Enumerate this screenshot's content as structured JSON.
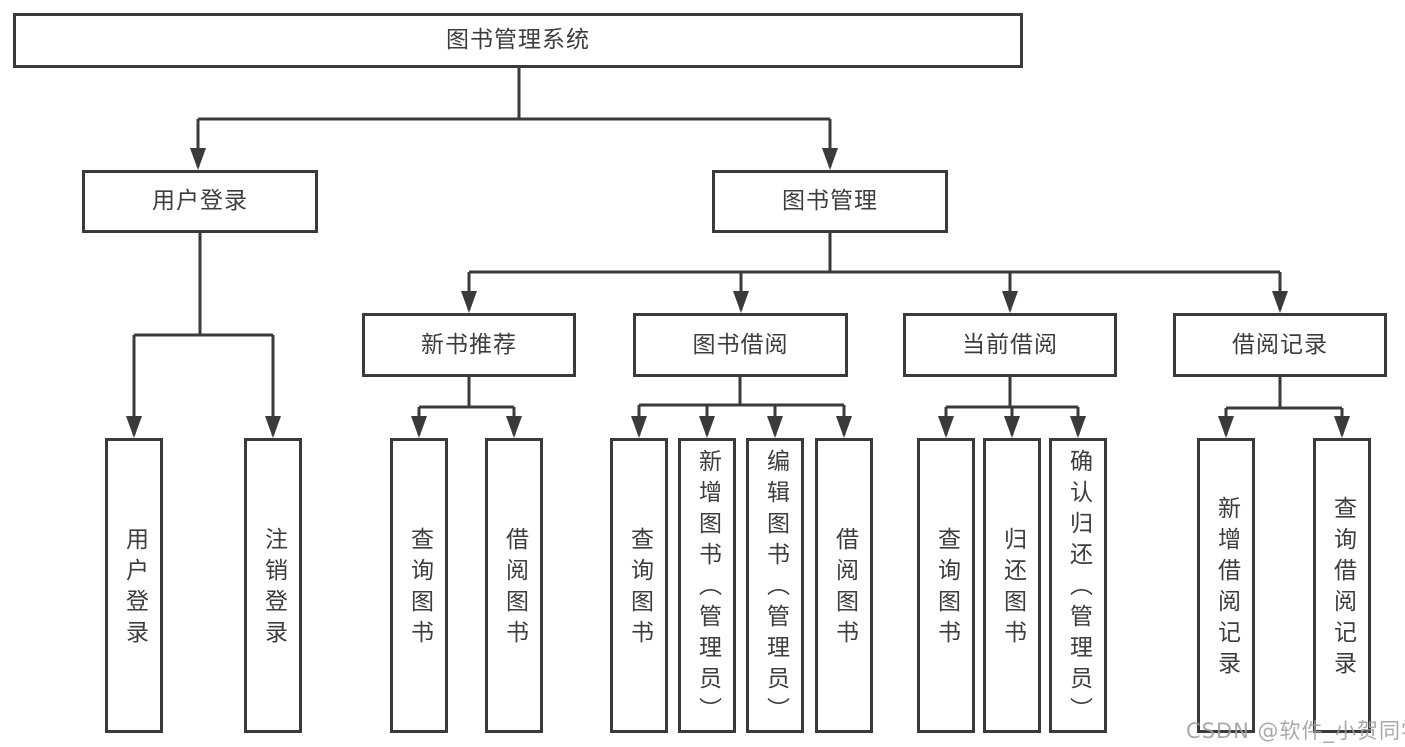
{
  "tree": {
    "label": "图书管理系统",
    "children": [
      {
        "label": "用户登录",
        "children": [
          {
            "label": "用户登录"
          },
          {
            "label": "注销登录"
          }
        ]
      },
      {
        "label": "图书管理",
        "children": [
          {
            "label": "新书推荐",
            "children": [
              {
                "label": "查询图书"
              },
              {
                "label": "借阅图书"
              }
            ]
          },
          {
            "label": "图书借阅",
            "children": [
              {
                "label": "查询图书"
              },
              {
                "label": "新增图书（管理员）"
              },
              {
                "label": "编辑图书（管理员）"
              },
              {
                "label": "借阅图书"
              }
            ]
          },
          {
            "label": "当前借阅",
            "children": [
              {
                "label": "查询图书"
              },
              {
                "label": "归还图书"
              },
              {
                "label": "确认归还（管理员）"
              }
            ]
          },
          {
            "label": "借阅记录",
            "children": [
              {
                "label": "新增借阅记录"
              },
              {
                "label": "查询借阅记录"
              }
            ]
          }
        ]
      }
    ]
  },
  "watermark": "CSDN @软件_小贺同学",
  "colors": {
    "line": "#3a3a3a",
    "text": "#3d3d3d",
    "box_background": "#ffffff",
    "watermark": "#9e9e9e"
  }
}
